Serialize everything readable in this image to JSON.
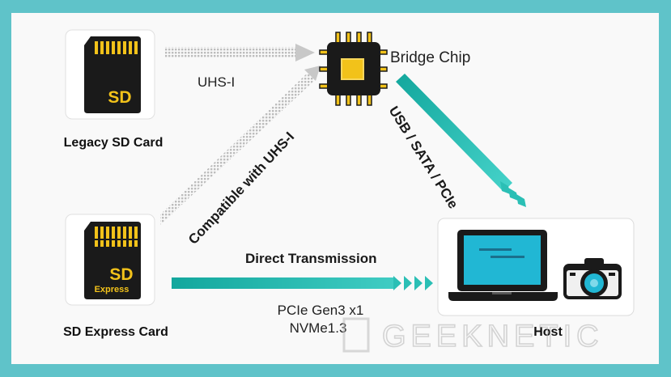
{
  "nodes": {
    "legacy_sd_label": "Legacy SD Card",
    "legacy_sd_text": "SD",
    "sd_express_label": "SD Express Card",
    "sd_express_text": "SD",
    "sd_express_sub": "Express",
    "bridge_label": "Bridge Chip",
    "host_label": "Host"
  },
  "connections": {
    "uhs_label": "UHS-I",
    "compatible_label": "Compatible with UHS-I",
    "usb_label": "USB / SATA / PCIe",
    "direct_label": "Direct Transmission",
    "pcie_line1": "PCIe Gen3 x1",
    "pcie_line2": "NVMe1.3"
  },
  "watermark": "GEEKNETIC",
  "colors": {
    "background": "#5fc3c9",
    "panel": "#f9f9f9",
    "accent_teal": "#17a89f",
    "card_gold": "#f2c21a",
    "card_black": "#1a1a1a",
    "laptop_screen": "#21b7d4"
  }
}
